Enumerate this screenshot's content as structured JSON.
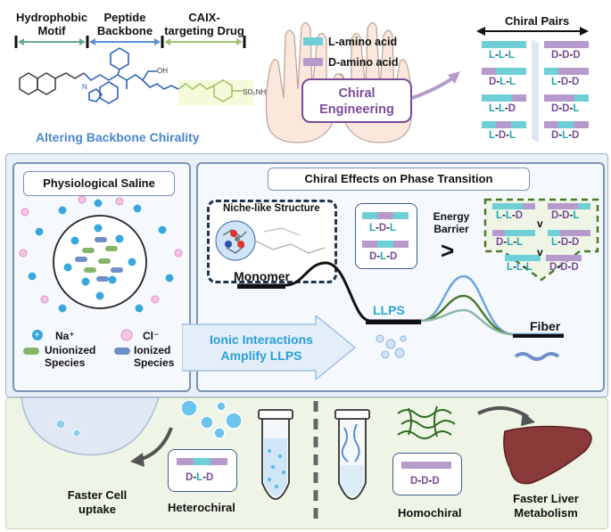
{
  "top": {
    "motif_labels": [
      "Hydrophobic Motif",
      "Peptide Backbone",
      "CAIX-targeting Drug"
    ],
    "altering": "Altering Backbone Chirality",
    "legend": {
      "l_amino": "L-amino acid",
      "d_amino": "D-amino acid"
    },
    "chiral_engineering": "Chiral Engineering",
    "chiral_pairs": "Chiral Pairs",
    "pairs_left": [
      "L-L-L",
      "D-L-L",
      "L-L-D",
      "L-D-L"
    ],
    "pairs_right": [
      "D-D-D",
      "L-D-D",
      "D-D-L",
      "D-L-D"
    ]
  },
  "middle": {
    "saline_title": "Physiological Saline",
    "na": "Na⁺",
    "cl": "Cl⁻",
    "unionized": "Unionized Species",
    "ionized": "Ionized Species",
    "ionic": "Ionic Interactions Amplify LLPS",
    "chiral_effects": "Chiral Effects on Phase Transition",
    "niche": "Niche-like Structure",
    "energy": "Energy Barrier",
    "gt": ">",
    "box_peps": [
      "L-D-L",
      "D-L-D"
    ],
    "tri_left": [
      "L-L-D",
      "D-L-L",
      "L-L-L"
    ],
    "tri_right": [
      "D-D-L",
      "L-D-D",
      "D-D-D"
    ],
    "vee": "v",
    "monomer": "Monomer",
    "llps": "LLPS",
    "fiber": "Fiber"
  },
  "bottom": {
    "faster_cell": "Faster Cell uptake",
    "heterochiral": "Heterochiral",
    "hetero_pep": "D-L-D",
    "homochiral": "Homochiral",
    "homo_pep": "D-D-D",
    "faster_liver": "Faster Liver Metabolism"
  },
  "colors": {
    "teal": "#6fcfd6",
    "purple": "#b59acb",
    "panel_border": "#7b93b5",
    "green_bg": "#eef5e6",
    "arrow_blue": "#3aa6d8"
  }
}
